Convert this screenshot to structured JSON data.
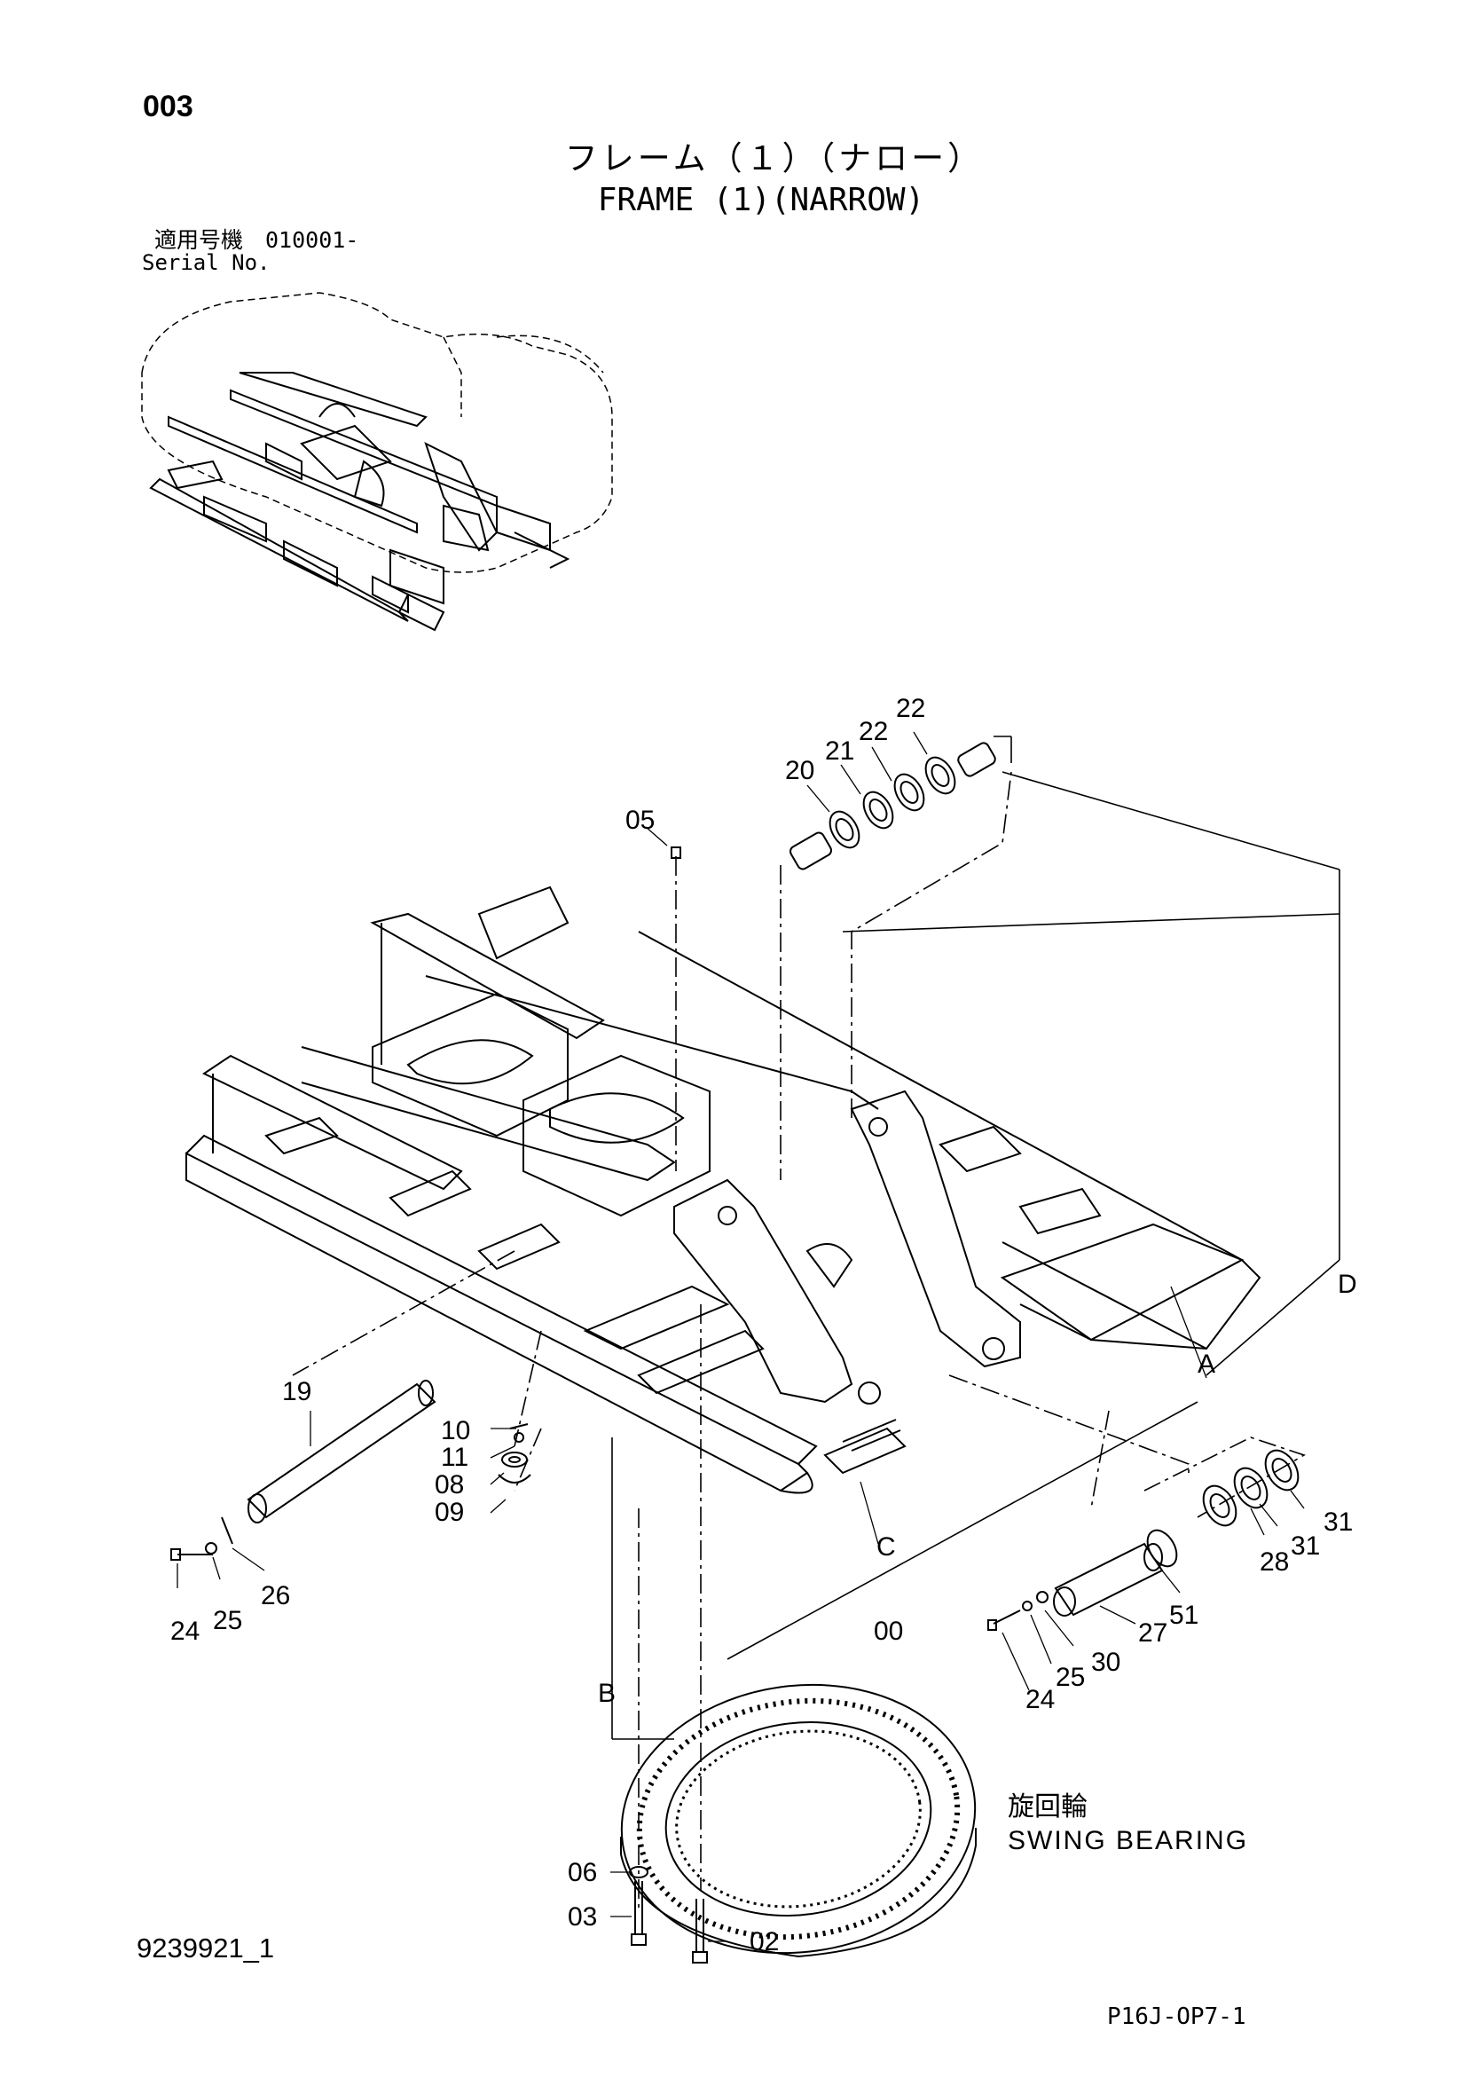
{
  "header": {
    "page_number": "003",
    "title_jp": "フレーム（１）（ナロー）",
    "title_en": "FRAME (1)(NARROW)",
    "serial_jp": "適用号機　010001-",
    "serial_en": "Serial No."
  },
  "swing_bearing": {
    "label_jp": "旋回輪",
    "label_en": "SWING  BEARING"
  },
  "footer": {
    "doc_code": "9239921_1",
    "ref_code": "P16J-OP7-1"
  },
  "callouts": [
    "22",
    "22",
    "21",
    "20",
    "05",
    "D",
    "A",
    "19",
    "10",
    "11",
    "08",
    "09",
    "C",
    "00",
    "31",
    "31",
    "28",
    "51",
    "27",
    "30",
    "25",
    "24",
    "24",
    "25",
    "26",
    "B",
    "06",
    "03",
    "02"
  ]
}
